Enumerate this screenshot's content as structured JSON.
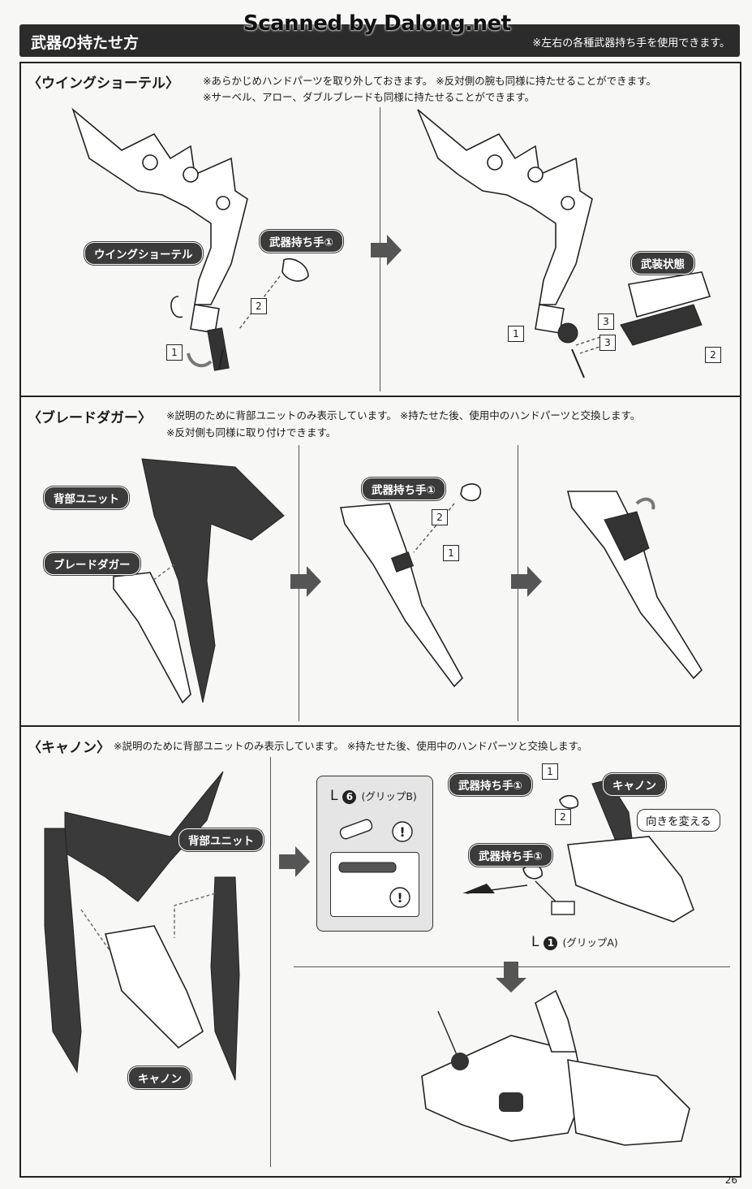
{
  "watermark": "Scanned by Dalong.net",
  "header": {
    "title": "武器の持たせ方",
    "note": "※左右の各種武器持ち手を使用できます。"
  },
  "sections": {
    "wing": {
      "title": "〈ウイングショーテル〉",
      "note1": "※あらかじめハンドパーツを取り外しておきます。 ※反対側の腕も同様に持たせることができます。",
      "note2": "※サーベル、アロー、ダブルブレードも同様に持たせることができます。",
      "labels": {
        "wing_shotel": "ウイングショーテル",
        "weapon_grip": "武器持ち手①",
        "armed_state": "武装状態"
      }
    },
    "blade": {
      "title": "〈ブレードダガー〉",
      "note1": "※説明のために背部ユニットのみ表示しています。 ※持たせた後、使用中のハンドパーツと交換します。",
      "note2": "※反対側も同様に取り付けできます。",
      "labels": {
        "back_unit": "背部ユニット",
        "blade_dagger": "ブレードダガー",
        "weapon_grip": "武器持ち手①"
      }
    },
    "cannon": {
      "title": "〈キャノン〉",
      "note1": "※説明のために背部ユニットのみ表示しています。 ※持たせた後、使用中のハンドパーツと交換します。",
      "labels": {
        "back_unit": "背部ユニット",
        "cannon": "キャノン",
        "cannon2": "キャノン",
        "weapon_grip_a": "武器持ち手①",
        "weapon_grip_b": "武器持ち手①",
        "change_direction": "向きを変える",
        "part_l6_letter": "L",
        "part_l6_num": "6",
        "part_l6_name": "(グリップB)",
        "part_l1_letter": "L",
        "part_l1_num": "1",
        "part_l1_name": "(グリップA)"
      }
    }
  },
  "steps": [
    "1",
    "2",
    "3"
  ],
  "page_number": "26"
}
